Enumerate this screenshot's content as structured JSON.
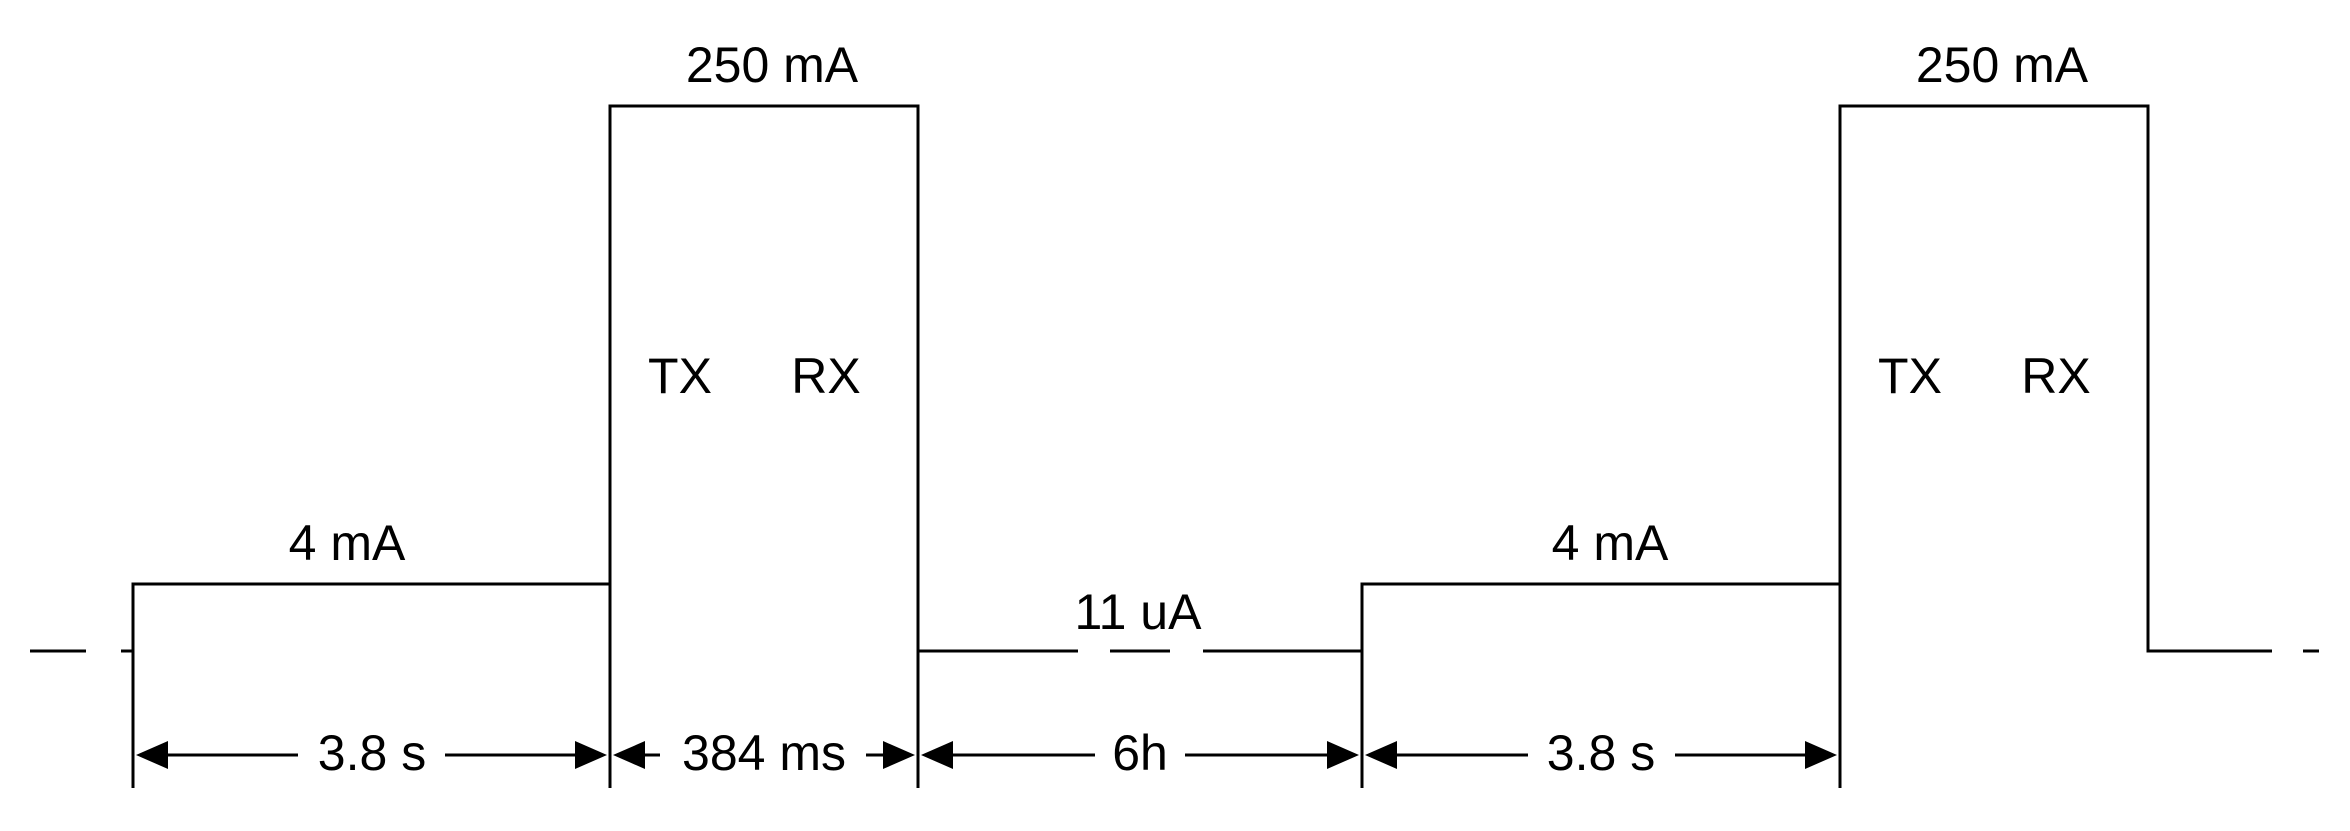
{
  "labels": {
    "peak_current_1": "250 mA",
    "peak_current_2": "250 mA",
    "tx_1": "TX",
    "rx_1": "RX",
    "tx_2": "TX",
    "rx_2": "RX",
    "active_current_1": "4 mA",
    "active_current_2": "4 mA",
    "sleep_current": "11 uA"
  },
  "durations": {
    "active_1": "3.8 s",
    "txrx_1": "384 ms",
    "sleep": "6h",
    "active_2": "3.8 s"
  },
  "colors": {
    "line": "#000000",
    "background": "#ffffff"
  }
}
